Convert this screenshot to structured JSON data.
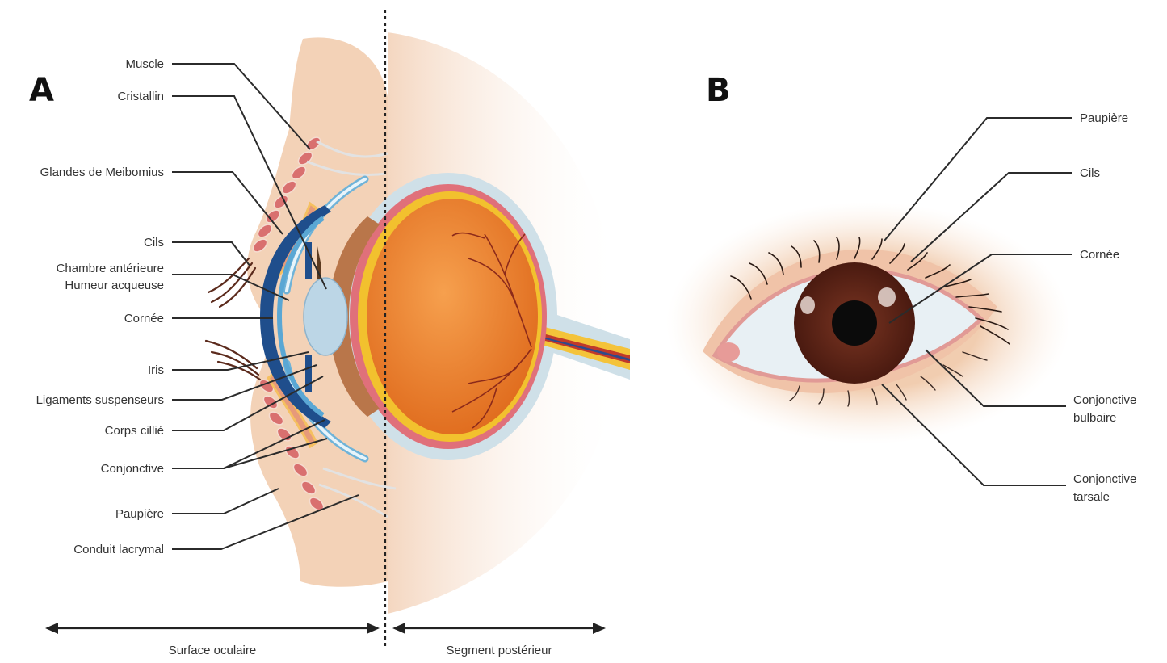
{
  "panel_a": {
    "letter": "A",
    "labels": {
      "muscle": "Muscle",
      "cristallin": "Cristallin",
      "glandes": "Glandes de Meibomius",
      "cils": "Cils",
      "chambre_line1": "Chambre antérieure",
      "chambre_line2": "Humeur acqueuse",
      "cornee": "Cornée",
      "iris": "Iris",
      "ligaments": "Ligaments suspenseurs",
      "corps": "Corps cillié",
      "conjonctive": "Conjonctive",
      "paupiere": "Paupière",
      "conduit": "Conduit lacrymal"
    },
    "axis": {
      "left": "Surface oculaire",
      "right": "Segment postérieur"
    }
  },
  "panel_b": {
    "letter": "B",
    "labels": {
      "paupiere": "Paupière",
      "cils": "Cils",
      "cornee": "Cornée",
      "bulbaire_line1": "Conjonctive",
      "bulbaire_line2": "bulbaire",
      "tarsale_line1": "Conjonctive",
      "tarsale_line2": "tarsale"
    }
  },
  "colors": {
    "skin": "#f1d2b8",
    "sclera": "#e6eef1",
    "choroid": "#e0707a",
    "retina": "#f2c12e",
    "vitreous": "#e87a2a",
    "iris_brown": "#5b2418",
    "lens": "#bcd6e6",
    "cornea_blue": "#1f4e8c"
  }
}
